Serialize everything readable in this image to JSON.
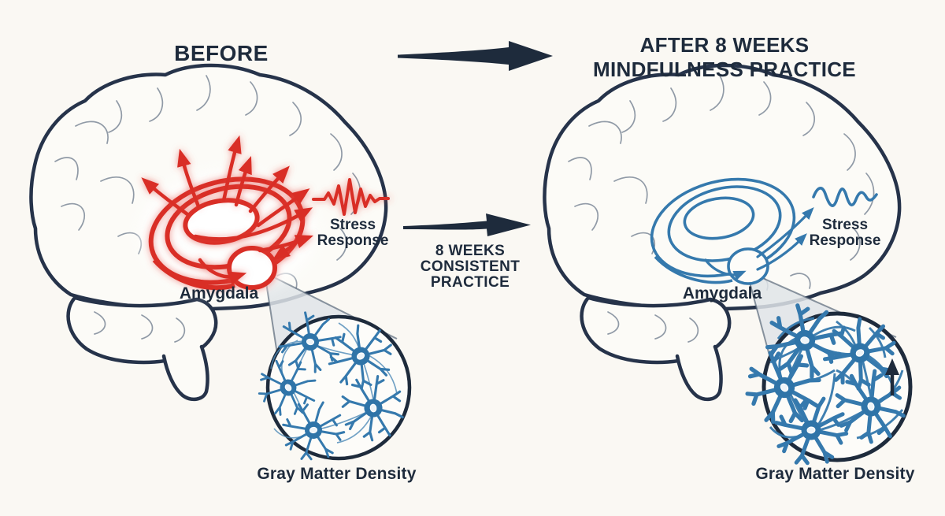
{
  "diagram_title": "Mindfulness brain change diagram",
  "colors": {
    "background": "#faf8f3",
    "ink_navy": "#1e2b3c",
    "brain_outline": "#26334a",
    "stress_red": "#d92f27",
    "calm_blue": "#3579ad",
    "cone_gray": "#dfe4e8"
  },
  "header": {
    "before_title": "BEFORE",
    "after_title_line1": "AFTER 8 WEEKS",
    "after_title_line2": "MINDFULNESS PRACTICE"
  },
  "middle": {
    "line1": "8 WEEKS",
    "line2": "CONSISTENT",
    "line3": "PRACTICE"
  },
  "before_panel": {
    "stress_line1": "Stress",
    "stress_line2": "Response",
    "amygdala_label": "Amygdala",
    "gray_matter_label": "Gray Matter Density",
    "amygdala_state": "hyperactive",
    "stress_wave_style": "spiky-ecg",
    "neuron_density": "sparse"
  },
  "after_panel": {
    "stress_line1": "Stress",
    "stress_line2": "Response",
    "amygdala_label": "Amygdala",
    "gray_matter_label": "Gray Matter Density",
    "amygdala_state": "calm",
    "stress_wave_style": "gentle-wave",
    "neuron_density": "dense-increased"
  },
  "icons": {
    "top_arrow": "right-arrow",
    "mid_arrow": "right-arrow",
    "density_arrow": "up-arrow"
  }
}
